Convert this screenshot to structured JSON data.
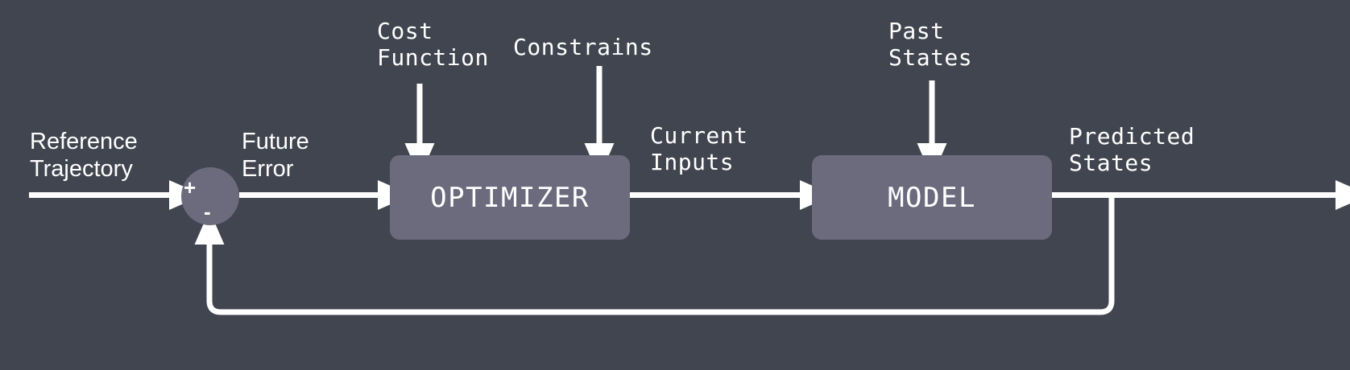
{
  "diagram": {
    "title": "Model Predictive Control block diagram",
    "colors": {
      "background": "#41454f",
      "block_fill": "#6c6b7d",
      "line": "#ffffff",
      "text": "#ffffff"
    },
    "blocks": [
      {
        "id": "optimizer",
        "label": "OPTIMIZER"
      },
      {
        "id": "model",
        "label": "MODEL"
      }
    ],
    "sum_junction": {
      "name": "summing-junction",
      "plus": "+",
      "minus": "-"
    },
    "labels": {
      "reference_trajectory": "Reference\nTrajectory",
      "future_error": "Future\nError",
      "cost_function": "Cost\nFunction",
      "constrains": "Constrains",
      "current_inputs": "Current\nInputs",
      "past_states": "Past\nStates",
      "predicted_states": "Predicted\nStates"
    },
    "connections": [
      {
        "id": "reference-to-sum",
        "from": "reference-trajectory-input",
        "to": "summing-junction",
        "kind": "arrow-right"
      },
      {
        "id": "sum-to-optimizer",
        "from": "summing-junction",
        "to": "optimizer",
        "kind": "arrow-right"
      },
      {
        "id": "cost-function-to-optimizer",
        "from": "cost-function-label",
        "to": "optimizer",
        "kind": "arrow-down"
      },
      {
        "id": "constrains-to-optimizer",
        "from": "constrains-label",
        "to": "optimizer",
        "kind": "arrow-down"
      },
      {
        "id": "optimizer-to-model",
        "from": "optimizer",
        "to": "model",
        "kind": "arrow-right"
      },
      {
        "id": "past-states-to-model",
        "from": "past-states-label",
        "to": "model",
        "kind": "arrow-down"
      },
      {
        "id": "model-to-output",
        "from": "model",
        "to": "predicted-states-output",
        "kind": "arrow-right"
      },
      {
        "id": "feedback-loop",
        "from": "model-output-tap",
        "to": "summing-junction-minus",
        "kind": "feedback-arrow-up"
      }
    ]
  }
}
